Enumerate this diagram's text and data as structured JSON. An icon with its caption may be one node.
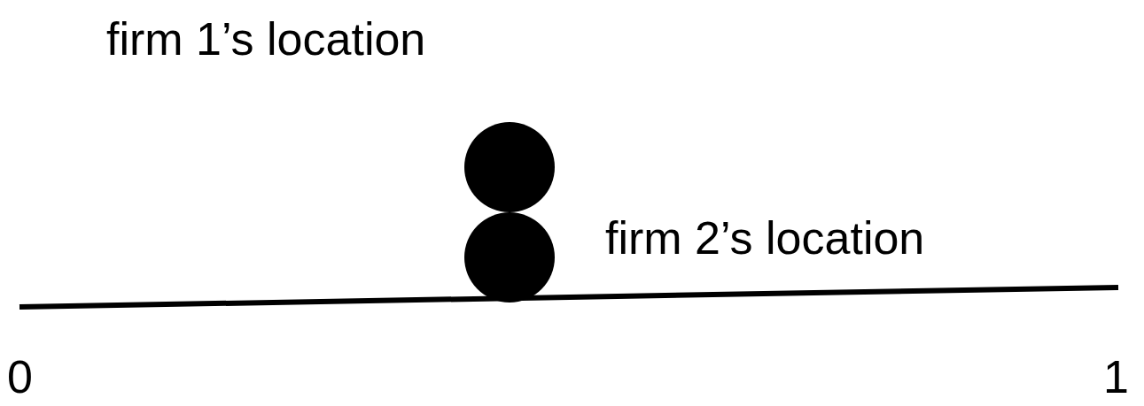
{
  "diagram": {
    "nodes": [
      {
        "text": [],
        "shape": "circle",
        "beside": [
          "firm 1’s location"
        ]
      },
      {
        "text": [],
        "shape": "circle",
        "beside": [
          "firm 2’s location"
        ]
      }
    ],
    "labels": [
      "0",
      "1"
    ]
  }
}
